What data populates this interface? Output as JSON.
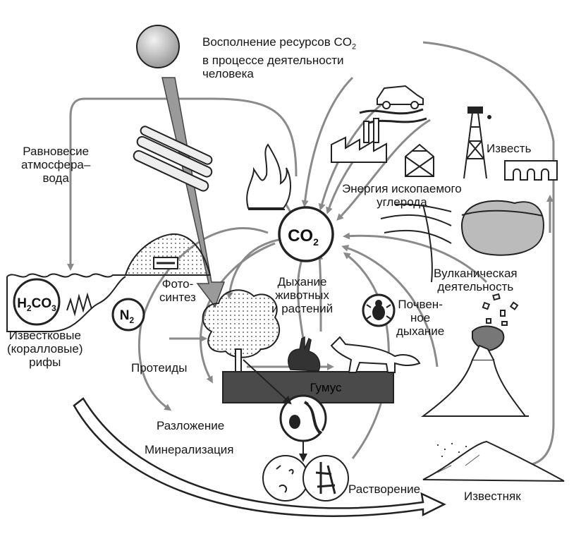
{
  "labels": {
    "human_co2_line1": "Восполнение ресурсов CO",
    "human_co2_sub": "2",
    "human_co2_line2": "в процессе деятельности",
    "human_co2_line3": "человека",
    "equilibrium": "Равновесие\nатмосфера–\nвода",
    "h2co3_main": "H",
    "h2co3_sub1": "2",
    "h2co3_mid": "CO",
    "h2co3_sub2": "3",
    "reefs": "Известковые\n(коралловые)\nрифы",
    "photosynthesis": "Фото-\nсинтез",
    "n2_main": "N",
    "n2_sub": "2",
    "co2_main": "CO",
    "co2_sub": "2",
    "respiration": "Дыхание\nживотных\nи растений",
    "soil_respiration": "Почвен-\nное\nдыхание",
    "lime": "Известь",
    "fossil_energy": "Энергия ископаемого\nуглерода",
    "volcanic": "Вулканическая\nдеятельность",
    "proteids": "Протеиды",
    "humus": "Гумус",
    "decomposition": "Разложение",
    "mineralization": "Минерализация",
    "dissolution": "Растворение",
    "limestone": "Известняк"
  },
  "colors": {
    "ink": "#1a1a1a",
    "arrow_gray": "#8a8a8a",
    "humus_fill": "#4a4a4a",
    "sun_fill": "#c8c8c8"
  },
  "icons": [
    "sun-icon",
    "fire-icon",
    "car-icon",
    "factory-icon",
    "oil-derrick-icon",
    "mine-tower-icon",
    "aqueduct-icon",
    "tree-icon",
    "rabbit-icon",
    "fox-icon",
    "beetle-icon",
    "volcano-icon",
    "microbe-icon",
    "coal-pile-icon",
    "pipes-icon",
    "oil-deposit-icon"
  ]
}
